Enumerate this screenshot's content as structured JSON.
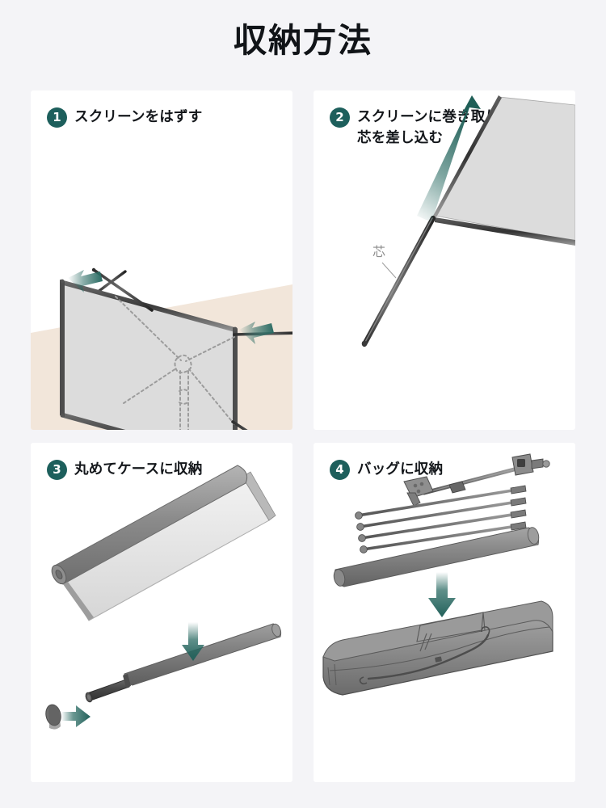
{
  "page": {
    "title": "収納方法",
    "background_color": "#f4f4f7",
    "card_color": "#ffffff",
    "accent_color": "#1d5f5c",
    "arrow_color": "#2a6b63",
    "ground_color": "#f2e6da",
    "screen_fill": "#dcdcdc",
    "metal_gray": "#8a8a8a"
  },
  "steps": [
    {
      "number": "1",
      "caption": "スクリーンをはずす",
      "illustration": "projector-screen-on-ground-with-detach-arrows",
      "labels": []
    },
    {
      "number": "2",
      "caption": "スクリーンに巻き取り用の\n芯を差し込む",
      "illustration": "screen-corner-with-winding-core-rod",
      "labels": [
        {
          "text": "芯",
          "name": "core-label"
        }
      ]
    },
    {
      "number": "3",
      "caption": "丸めてケースに収納",
      "illustration": "rolled-screen-into-tube-case-with-end-cap",
      "labels": []
    },
    {
      "number": "4",
      "caption": "バッグに収納",
      "illustration": "crossbar-legs-and-tube-into-carry-bag",
      "labels": []
    }
  ]
}
